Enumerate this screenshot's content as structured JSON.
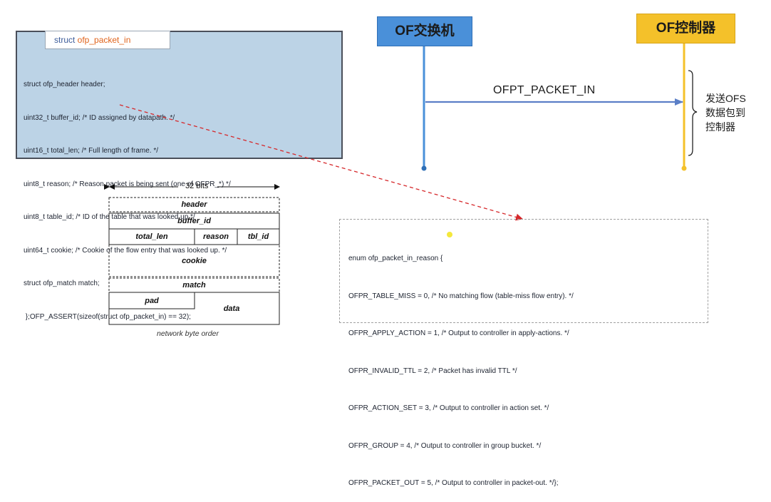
{
  "struct": {
    "title_prefix": "struct ",
    "title_name": "ofp_packet_in",
    "lines": [
      "struct ofp_header header;",
      "uint32_t buffer_id; /* ID assigned by datapath. */",
      "uint16_t total_len; /* Full length of frame. */",
      "uint8_t reason; /* Reason packet is being sent (one of OFPR_*) */",
      "uint8_t table_id; /* ID of the table that was looked up */",
      "uint64_t cookie; /* Cookie of the flow entry that was looked up. */",
      "struct ofp_match match;",
      " };OFP_ASSERT(sizeof(struct ofp_packet_in) == 32);"
    ]
  },
  "packet_layout": {
    "width_label": "32 bits",
    "fields": {
      "header": "header",
      "buffer_id": "buffer_id",
      "total_len": "total_len",
      "reason": "reason",
      "tbl_id": "tbl_id",
      "cookie": "cookie",
      "match": "match",
      "pad": "pad",
      "data": "data"
    },
    "caption": "network byte order"
  },
  "sequence": {
    "switch": "OF交换机",
    "controller": "OF控制器",
    "message": "OFPT_PACKET_IN",
    "note": [
      "发送OFS",
      "数据包到",
      "控制器"
    ],
    "colors": {
      "switch": "#4a90d9",
      "controller": "#f4c12a",
      "arrow": "#5b7fc7",
      "link": "#d6282b"
    }
  },
  "enum": {
    "lines": [
      "enum ofp_packet_in_reason {",
      "OFPR_TABLE_MISS = 0, /* No matching flow (table-miss flow entry). */",
      "OFPR_APPLY_ACTION = 1, /* Output to controller in apply-actions. */",
      "OFPR_INVALID_TTL = 2, /* Packet has invalid TTL */",
      "OFPR_ACTION_SET = 3, /* Output to controller in action set. */",
      "OFPR_GROUP = 4, /* Output to controller in group bucket. */",
      "OFPR_PACKET_OUT = 5, /* Output to controller in packet-out. */};"
    ]
  }
}
